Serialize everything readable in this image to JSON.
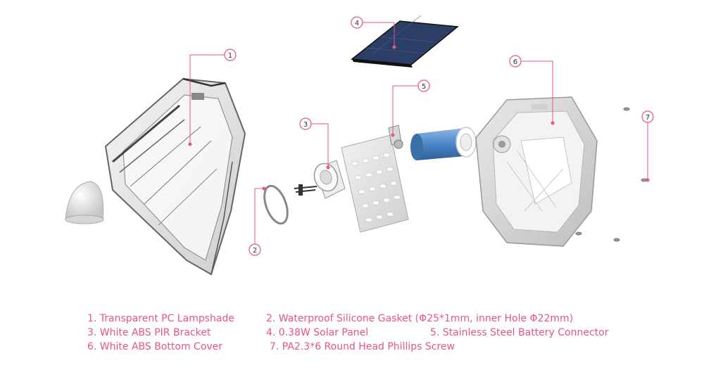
{
  "callouts": [
    {
      "number": "1"
    },
    {
      "number": "2"
    },
    {
      "number": "3"
    },
    {
      "number": "4"
    },
    {
      "number": "5"
    },
    {
      "number": "6"
    },
    {
      "number": "7"
    }
  ],
  "legend": [
    "1. Transparent PC Lampshade",
    "2. Waterproof Silicone Gasket  (Φ25*1mm, inner Hole Φ22mm)",
    "3. White ABS PIR Bracket",
    "4. 0.38W Solar Panel",
    "5. Stainless Steel Battery Connector",
    "6. White ABS Bottom Cover",
    "7. PA2.3*6 Round Head Phillips Screw"
  ],
  "colors": {
    "accent": "#e8557f",
    "callout_line": "#e8557f",
    "battery": "#4a86c8",
    "solar_panel": "#2c3e66"
  }
}
